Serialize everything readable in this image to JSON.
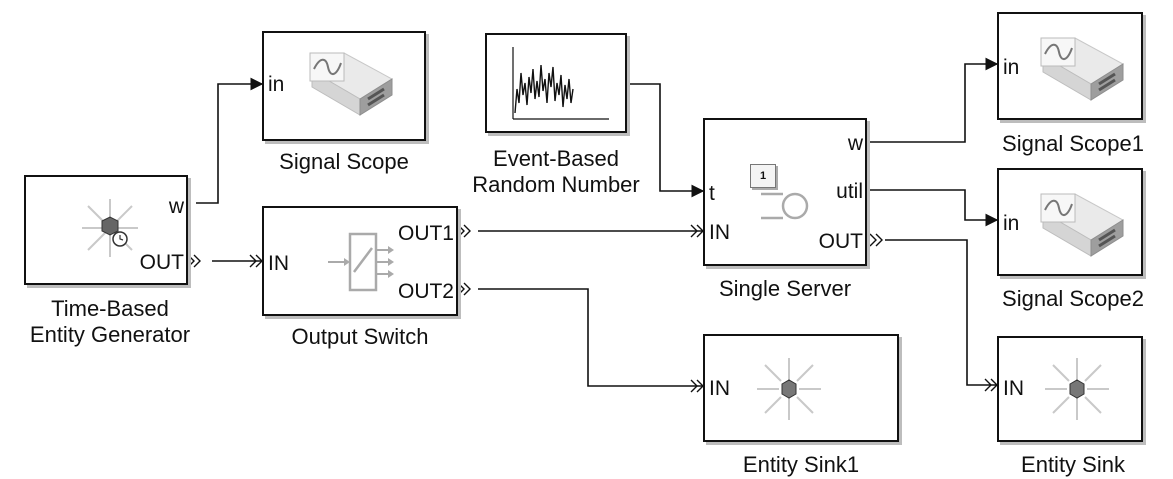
{
  "blocks": {
    "time_based_entity_generator": {
      "label": "Time-Based\nEntity Generator",
      "ports": {
        "w": "w",
        "out": "OUT"
      }
    },
    "signal_scope": {
      "label": "Signal Scope",
      "ports": {
        "in": "in"
      }
    },
    "output_switch": {
      "label": "Output Switch",
      "ports": {
        "in": "IN",
        "out1": "OUT1",
        "out2": "OUT2"
      }
    },
    "event_based_random_number": {
      "label": "Event-Based\nRandom Number"
    },
    "single_server": {
      "label": "Single Server",
      "badge": "1",
      "ports": {
        "t": "t",
        "in": "IN",
        "w": "w",
        "util": "util",
        "out": "OUT"
      }
    },
    "signal_scope1": {
      "label": "Signal Scope1",
      "ports": {
        "in": "in"
      }
    },
    "signal_scope2": {
      "label": "Signal Scope2",
      "ports": {
        "in": "in"
      }
    },
    "entity_sink1": {
      "label": "Entity Sink1",
      "ports": {
        "in": "IN"
      }
    },
    "entity_sink": {
      "label": "Entity Sink",
      "ports": {
        "in": "IN"
      }
    }
  },
  "colors": {
    "line": "#111111",
    "shadow": "#bdbdbd",
    "icon_gray": "#9e9e9e"
  }
}
